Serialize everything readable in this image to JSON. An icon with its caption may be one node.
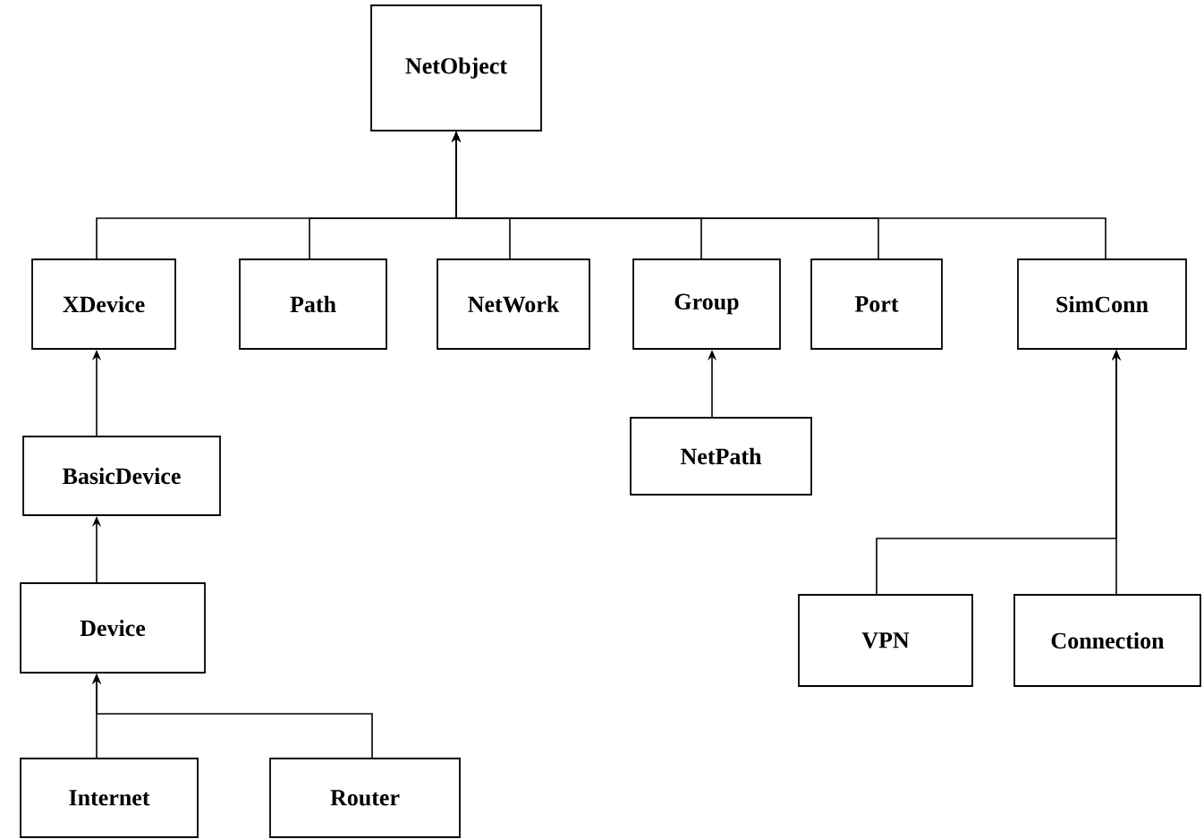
{
  "diagram": {
    "nodes": [
      {
        "text": [
          "NetObject"
        ]
      },
      {
        "text": [
          "XDevice"
        ]
      },
      {
        "text": [
          "Path"
        ]
      },
      {
        "text": [
          "NetWork"
        ]
      },
      {
        "text": [
          "Group"
        ]
      },
      {
        "text": [
          "Port"
        ]
      },
      {
        "text": [
          "SimConn"
        ]
      },
      {
        "text": [
          "BasicDevice"
        ]
      },
      {
        "text": [
          "NetPath"
        ]
      },
      {
        "text": [
          "Device"
        ]
      },
      {
        "text": [
          "Internet"
        ]
      },
      {
        "text": [
          "Router"
        ]
      },
      {
        "text": [
          "VPN"
        ]
      },
      {
        "text": [
          "Connection"
        ]
      }
    ],
    "edges": [
      {
        "from": 1,
        "to": 0,
        "arrow": "to"
      },
      {
        "from": 2,
        "to": 0,
        "arrow": "to"
      },
      {
        "from": 3,
        "to": 0,
        "arrow": "to"
      },
      {
        "from": 4,
        "to": 0,
        "arrow": "to"
      },
      {
        "from": 5,
        "to": 0,
        "arrow": "to"
      },
      {
        "from": 6,
        "to": 0,
        "arrow": "to"
      },
      {
        "from": 7,
        "to": 1,
        "arrow": "to"
      },
      {
        "from": 8,
        "to": 4,
        "arrow": "to"
      },
      {
        "from": 9,
        "to": 7,
        "arrow": "to"
      },
      {
        "from": 10,
        "to": 9,
        "arrow": "to"
      },
      {
        "from": 11,
        "to": 9,
        "arrow": "to"
      },
      {
        "from": 12,
        "to": 6,
        "arrow": "to"
      },
      {
        "from": 13,
        "to": 6,
        "arrow": "to"
      }
    ]
  }
}
